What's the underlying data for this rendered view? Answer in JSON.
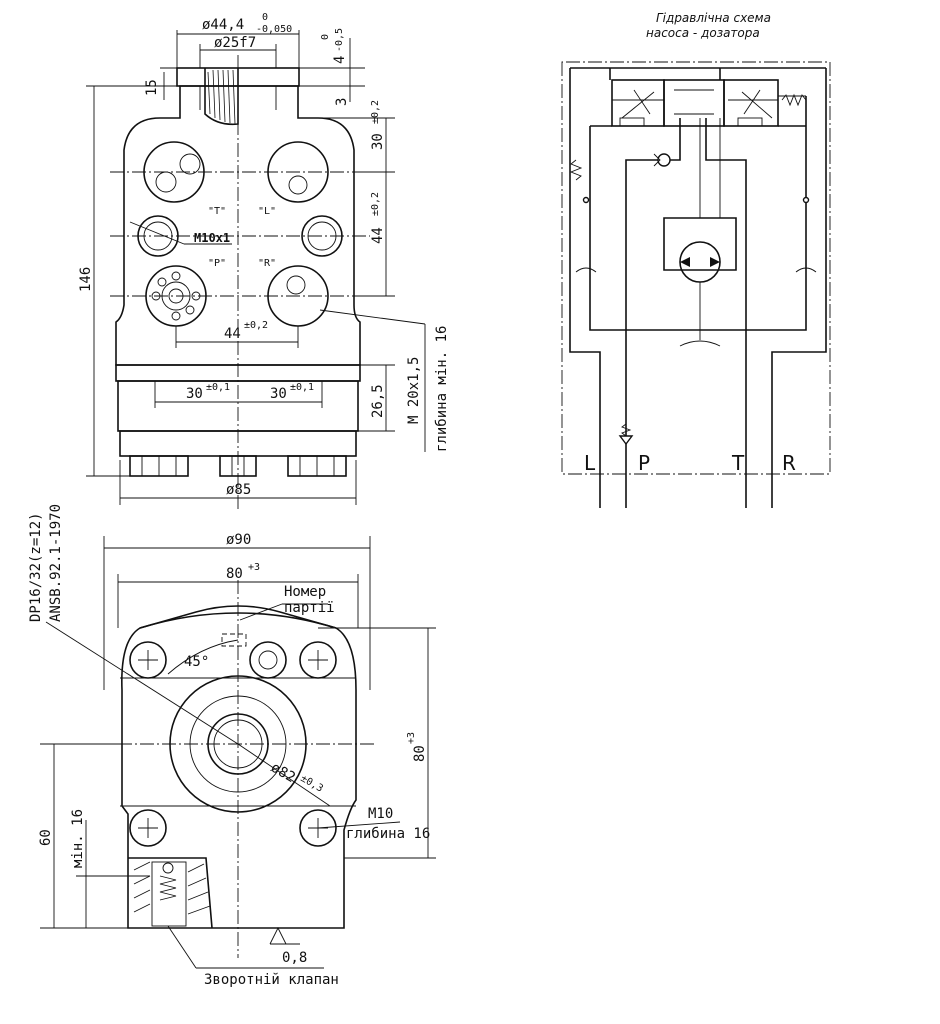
{
  "schema": {
    "title_line1": "Гідравлічна схема",
    "title_line2": "насоса - дозатора",
    "port_L": "L",
    "port_P": "P",
    "port_T": "T",
    "port_R": "R"
  },
  "top_view": {
    "dia_44_4": "ø44,4",
    "dia_44_4_tol_upper": "0",
    "dia_44_4_tol_lower": "-0,050",
    "dia_25f7": "ø25f7",
    "dim_4": "4",
    "dim_4_tol_upper": "0",
    "dim_4_tol_lower": "-0,5",
    "dim_15": "15",
    "dim_3": "3",
    "dim_30_vert": "30",
    "tol_02": "±0,2",
    "dim_44_vert": "44",
    "dim_146": "146",
    "port_T": "\"T\"",
    "port_L": "\"L\"",
    "port_P": "\"P\"",
    "port_R": "\"R\"",
    "thread_m10x1": "M10x1",
    "dim_44_horiz": "44",
    "dim_30_left": "30",
    "dim_30_right": "30",
    "tol_01": "±0,1",
    "dim_26_5": "26,5",
    "thread_m20": "M 20x1,5",
    "depth_16": "глибина мін. 16",
    "dia_85": "ø85"
  },
  "bottom_view": {
    "dia_90": "ø90",
    "dim_80_horiz": "80",
    "tol_plus3": "+3",
    "spline_line1": "DP16/32(z=12)",
    "spline_line2": "ANSB.92.1-1970",
    "batch_line1": "Номер",
    "batch_line2": "партії",
    "angle_45": "45°",
    "dia_82": "ø82",
    "tol_03": "±0,3",
    "dim_80_vert": "80",
    "thread_m10": "M10",
    "depth_16": "глибина 16",
    "dim_60": "60",
    "min_16": "мін. 16",
    "roughness": "0,8",
    "check_valve": "Зворотній клапан"
  }
}
